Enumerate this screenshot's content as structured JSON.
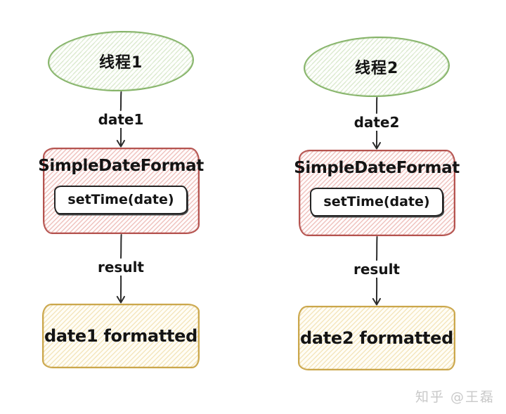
{
  "watermark": {
    "text": "知乎 @王磊"
  },
  "colors": {
    "thread_node_border": "#86b469",
    "thread_node_hatch": "#dcead0",
    "processor_border": "#b5534f",
    "processor_hatch": "#efc3bf",
    "method_box_border": "#242424",
    "output_border": "#cba74b",
    "output_hatch": "#f4e6be",
    "arrow": "#2b2b2b",
    "text": "#141414",
    "watermark_text": "#c9c9c9",
    "background": "#ffffff"
  },
  "columns": [
    {
      "thread_label": "线程1",
      "input_arrow_label": "date1",
      "processor_title": "SimpleDateFormat",
      "method_label": "setTime(date)",
      "result_arrow_label": "result",
      "output_label": "date1 formatted"
    },
    {
      "thread_label": "线程2",
      "input_arrow_label": "date2",
      "processor_title": "SimpleDateFormat",
      "method_label": "setTime(date)",
      "result_arrow_label": "result",
      "output_label": "date2 formatted"
    }
  ]
}
